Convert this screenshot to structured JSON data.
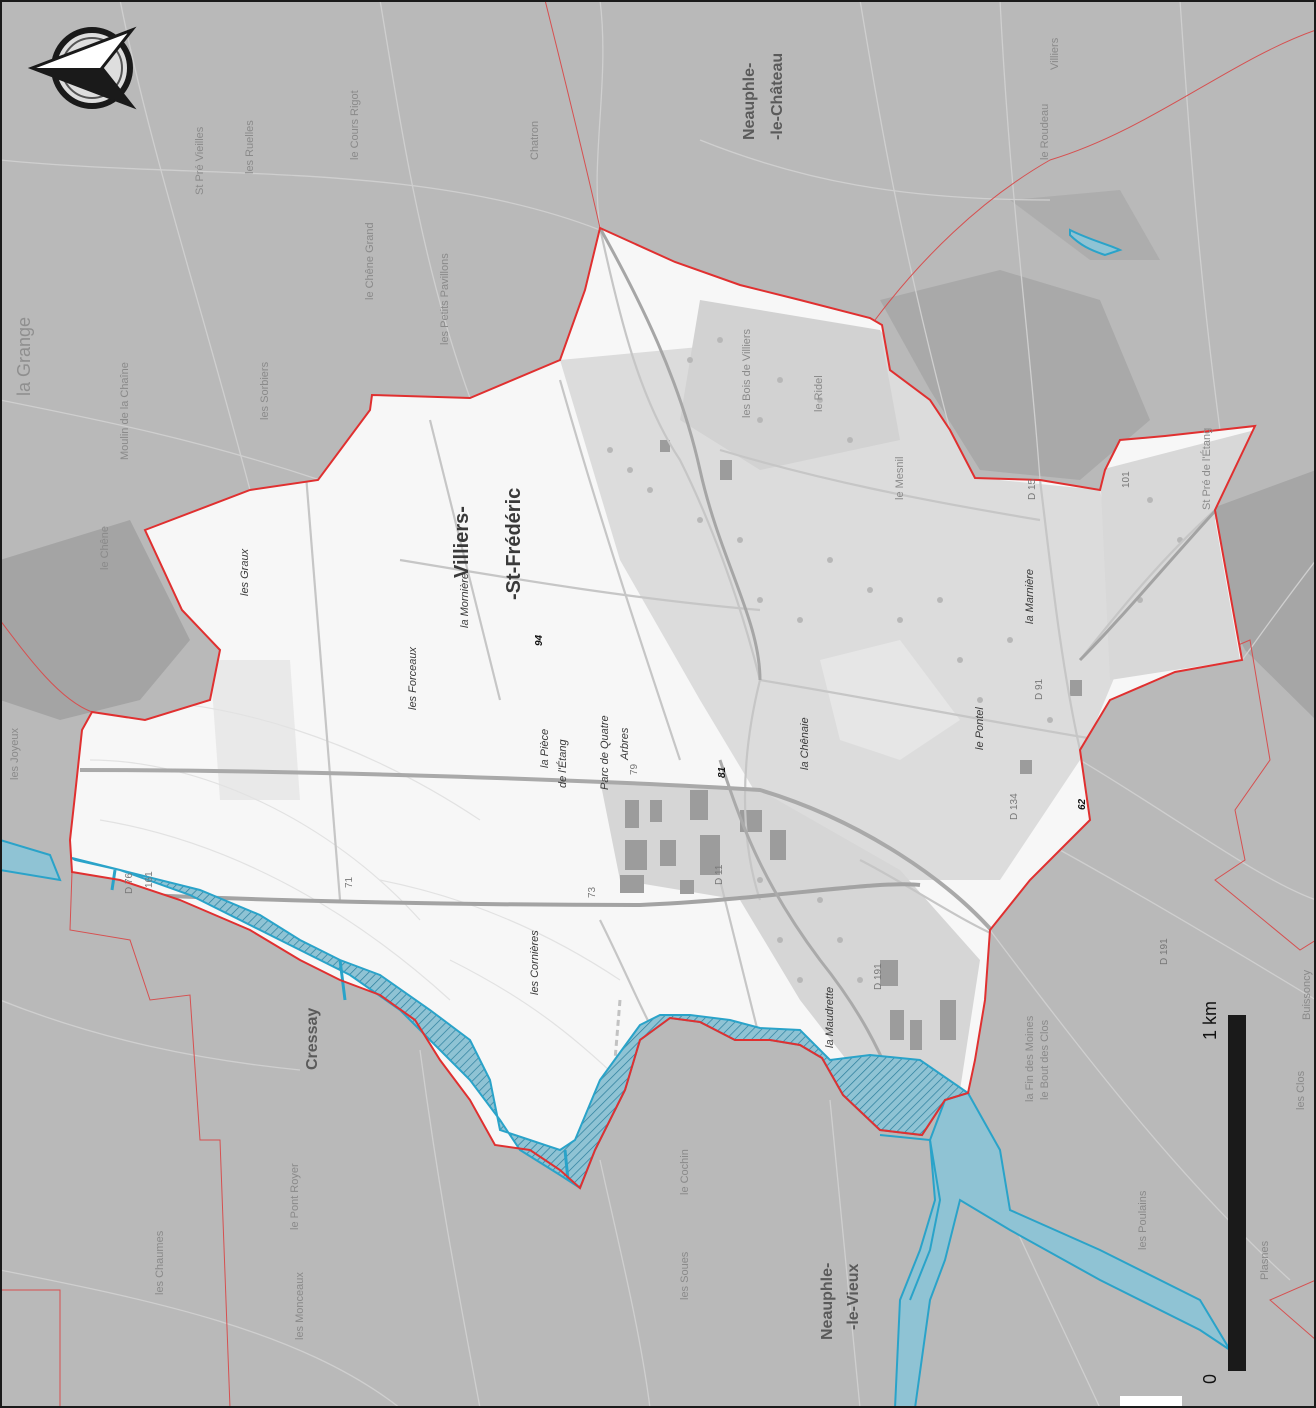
{
  "map": {
    "commune_label": [
      "Villiers-",
      "-St-Frédéric"
    ],
    "neighbour_towns": [
      {
        "id": "neauphle-chateau",
        "lines": [
          "Neauphle-",
          "-le-Château"
        ]
      },
      {
        "id": "neauphle-vieux",
        "lines": [
          "Neauphle-",
          "-le-Vieux"
        ]
      },
      {
        "id": "cressay",
        "lines": [
          "Cressay"
        ]
      }
    ],
    "localities": [
      "les Graux",
      "les Forceaux",
      "la Mornière",
      "la Pièce",
      "de l'Étang",
      "Parc de Quatre",
      "Arbres",
      "les Cornières",
      "la Chênaie",
      "la Maudrette",
      "le Pontel",
      "la Marnière",
      "les Bois de Villiers",
      "le Ridel",
      "St Pré de l'Étang",
      "la Grange",
      "le Chêne",
      "les Joyeux",
      "Moulin de la Chaîne",
      "le Pont Royer",
      "les Chaumes",
      "les Monceaux",
      "le Cochin",
      "la Fin des Moines",
      "le Bout des Clos",
      "St Pré Vieilles",
      "les Poulains",
      "le Cours Rigot",
      "Chatron",
      "les Ruelles",
      "le Chêne Grand",
      "les Sorbiers",
      "les Clos",
      "Villiers",
      "le Roudeau",
      "le Mesnil",
      "Plasnes",
      "les Petits Pavillons",
      "les Soues",
      "Buissoncy"
    ],
    "roads": [
      "D 11",
      "D 15",
      "D 91",
      "D 134",
      "D 191",
      "D 76",
      "D 191"
    ],
    "spot_heights": [
      "94",
      "81",
      "62",
      "71",
      "73",
      "79",
      "101",
      "161"
    ],
    "colors": {
      "outside": "#b9b9b9",
      "inside": "#f7f7f7",
      "boundary": "#e03030",
      "flood_zone": "#2aa3c9",
      "flood_fill": "#8fc3d4"
    },
    "icons": [
      "compass-icon"
    ]
  },
  "scale": {
    "start_label": "0",
    "end_label": "1 km"
  }
}
